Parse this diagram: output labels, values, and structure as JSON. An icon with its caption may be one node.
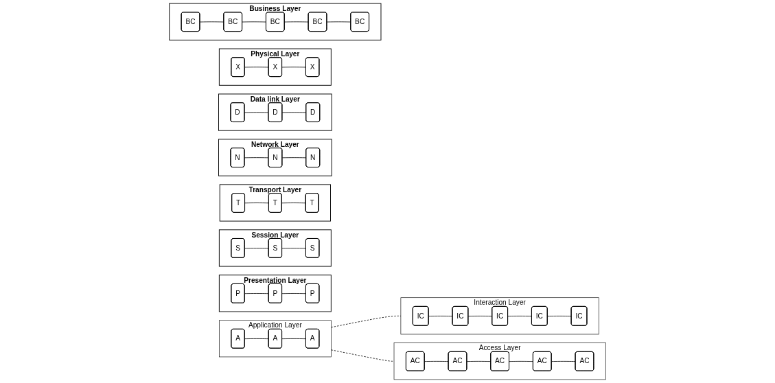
{
  "diagram": {
    "nodes": [
      {
        "text": [
          "Application Layer"
        ]
      },
      {
        "text": [
          "A"
        ],
        "in": 0
      },
      {
        "text": [
          "A"
        ],
        "in": 0
      },
      {
        "text": [
          "A"
        ],
        "in": 0
      },
      {
        "text": [
          "Presentation Layer"
        ]
      },
      {
        "text": [
          "P"
        ],
        "in": 4
      },
      {
        "text": [
          "P"
        ],
        "in": 4
      },
      {
        "text": [
          "P"
        ],
        "in": 4
      },
      {
        "text": [
          "Session Layer"
        ]
      },
      {
        "text": [
          "S"
        ],
        "in": 8
      },
      {
        "text": [
          "S"
        ],
        "in": 8
      },
      {
        "text": [
          "S"
        ],
        "in": 8
      },
      {
        "text": [
          "Transport Layer"
        ]
      },
      {
        "text": [
          "T"
        ],
        "in": 12
      },
      {
        "text": [
          "T"
        ],
        "in": 12
      },
      {
        "text": [
          "T"
        ],
        "in": 12
      },
      {
        "text": [
          "Network Layer"
        ]
      },
      {
        "text": [
          "N"
        ],
        "in": 16
      },
      {
        "text": [
          "N"
        ],
        "in": 16
      },
      {
        "text": [
          "N"
        ],
        "in": 16
      },
      {
        "text": [
          "Data link Layer"
        ]
      },
      {
        "text": [
          "D"
        ],
        "in": 20
      },
      {
        "text": [
          "D"
        ],
        "in": 20
      },
      {
        "text": [
          "D"
        ],
        "in": 20
      },
      {
        "text": [
          "Physical Layer"
        ]
      },
      {
        "text": [
          "X"
        ],
        "in": 24
      },
      {
        "text": [
          "X"
        ],
        "in": 24
      },
      {
        "text": [
          "X"
        ],
        "in": 24
      },
      {
        "text": [
          "Interaction Layer"
        ]
      },
      {
        "text": [
          "IC"
        ],
        "in": 28
      },
      {
        "text": [
          "IC"
        ],
        "in": 28
      },
      {
        "text": [
          "IC"
        ],
        "in": 28
      },
      {
        "text": [
          "IC"
        ],
        "in": 28
      },
      {
        "text": [
          "IC"
        ],
        "in": 28
      },
      {
        "text": [
          "Business Layer"
        ]
      },
      {
        "text": [
          "BC"
        ],
        "in": 34
      },
      {
        "text": [
          "BC"
        ],
        "in": 34
      },
      {
        "text": [
          "BC"
        ],
        "in": 34
      },
      {
        "text": [
          "BC"
        ],
        "in": 34
      },
      {
        "text": [
          "BC"
        ],
        "in": 34
      },
      {
        "text": [
          "Access Layer"
        ]
      },
      {
        "text": [
          "AC"
        ],
        "in": 40
      },
      {
        "text": [
          "AC"
        ],
        "in": 40
      },
      {
        "text": [
          "AC"
        ],
        "in": 40
      },
      {
        "text": [
          "AC"
        ],
        "in": 40
      },
      {
        "text": [
          "AC"
        ],
        "in": 40
      }
    ],
    "edges": [
      {
        "from": 1,
        "to": 2,
        "arrow": "none"
      },
      {
        "from": 2,
        "to": 3,
        "arrow": "none"
      },
      {
        "from": 5,
        "to": 6,
        "arrow": "none"
      },
      {
        "from": 6,
        "to": 7,
        "arrow": "none"
      },
      {
        "from": 9,
        "to": 10,
        "arrow": "none"
      },
      {
        "from": 10,
        "to": 11,
        "arrow": "none"
      },
      {
        "from": 13,
        "to": 14,
        "arrow": "none"
      },
      {
        "from": 14,
        "to": 15,
        "arrow": "none"
      },
      {
        "from": 17,
        "to": 18,
        "arrow": "none"
      },
      {
        "from": 18,
        "to": 19,
        "arrow": "none"
      },
      {
        "from": 21,
        "to": 22,
        "arrow": "none"
      },
      {
        "from": 22,
        "to": 23,
        "arrow": "none"
      },
      {
        "from": 25,
        "to": 26,
        "arrow": "none"
      },
      {
        "from": 26,
        "to": 27,
        "arrow": "none"
      },
      {
        "from": 29,
        "to": 30,
        "arrow": "none"
      },
      {
        "from": 30,
        "to": 31,
        "arrow": "none"
      },
      {
        "from": 31,
        "to": 32,
        "arrow": "none"
      },
      {
        "from": 32,
        "to": 33,
        "arrow": "none"
      },
      {
        "from": 35,
        "to": 36,
        "arrow": "none"
      },
      {
        "from": 36,
        "to": 37,
        "arrow": "none"
      },
      {
        "from": 37,
        "to": 38,
        "arrow": "none"
      },
      {
        "from": 38,
        "to": 39,
        "arrow": "none"
      },
      {
        "from": 41,
        "to": 42,
        "arrow": "none"
      },
      {
        "from": 42,
        "to": 43,
        "arrow": "none"
      },
      {
        "from": 43,
        "to": 44,
        "arrow": "none"
      },
      {
        "from": 44,
        "to": 45,
        "arrow": "none"
      },
      {
        "from": 0,
        "to": 28,
        "arrow": "none",
        "style": "dashed"
      },
      {
        "from": 0,
        "to": 40,
        "arrow": "none",
        "style": "dashed"
      }
    ]
  }
}
